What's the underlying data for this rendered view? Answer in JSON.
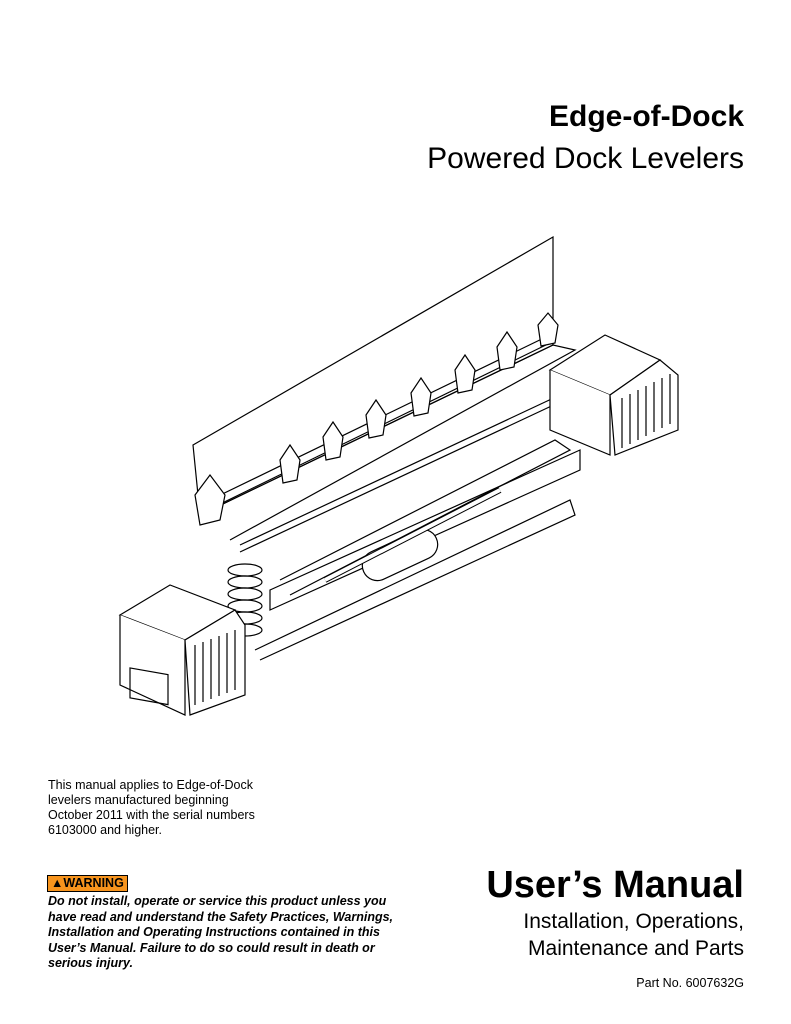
{
  "header": {
    "title": "Edge-of-Dock",
    "subtitle": "Powered Dock Levelers"
  },
  "applies_text": [
    "This manual applies to Edge-of-Dock",
    "levelers manufactured beginning",
    "October 2011 with the serial numbers",
    "6103000 and higher."
  ],
  "warning": {
    "label": "WARNING",
    "icon": "warning-triangle-icon",
    "color": "#f7941d",
    "text": "Do not install, operate or service this product unless you have read and understand the Safety Practices, Warnings, Installation and Operating Instructions contained in this User’s Manual. Failure to do so could result in death or serious injury."
  },
  "manual": {
    "title": "User’s Manual",
    "line1": "Installation, Operations,",
    "line2": "Maintenance and Parts",
    "part_no": "Part No. 6007632G"
  }
}
